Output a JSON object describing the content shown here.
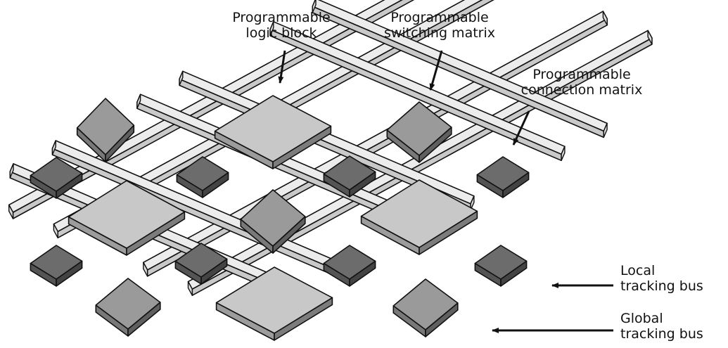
{
  "labels": {
    "logic_block": "Programmable\nlogic block",
    "switching_matrix": "Programmable\nswitching matrix",
    "connection_matrix": "Programmable\nconnection matrix",
    "local_bus": "Local\ntracking bus",
    "global_bus": "Global\ntracking bus"
  },
  "colors": {
    "logic_block": "#c8c8c8",
    "switching_matrix": "#9a9a9a",
    "connection_matrix": "#6c6c6c",
    "bus": "#ececec",
    "outline": "#111111"
  }
}
